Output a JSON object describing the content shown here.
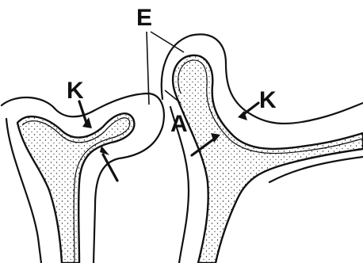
{
  "labels": {
    "e": "E",
    "a": "A",
    "k_left": "K",
    "k_right": "K"
  },
  "colors": {
    "ink": "#111111",
    "paper": "#ffffff"
  }
}
